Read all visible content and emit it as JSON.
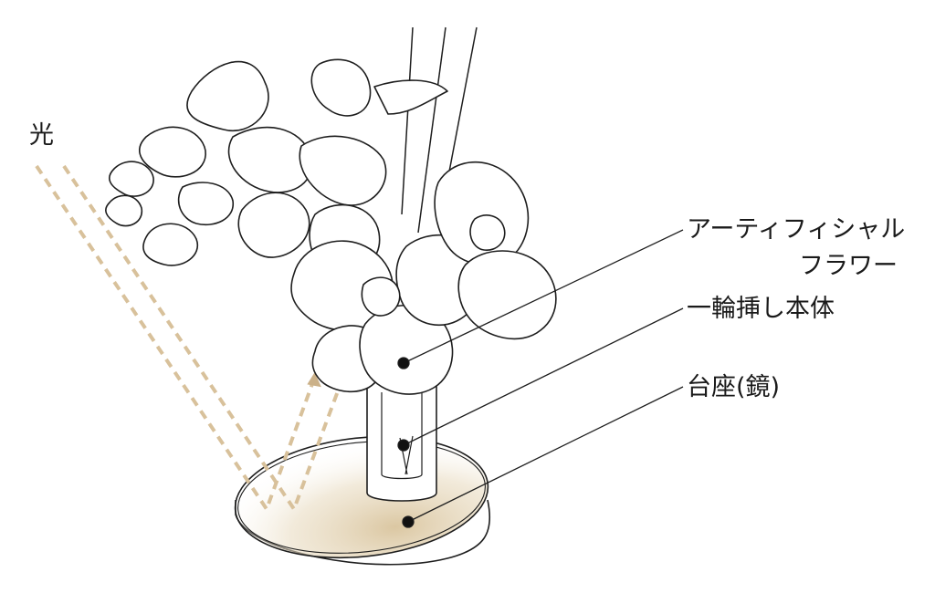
{
  "labels": {
    "light": "光",
    "artificial_flower_line1": "アーティフィシャル",
    "artificial_flower_line2": "フラワー",
    "vase": "一輪挿し本体",
    "base": "台座(鏡)"
  },
  "colors": {
    "light_ray": "#d8c19b",
    "arrow": "#cbb189",
    "mirror_glow": "#d9c49d",
    "outline": "#1e1e1e"
  }
}
